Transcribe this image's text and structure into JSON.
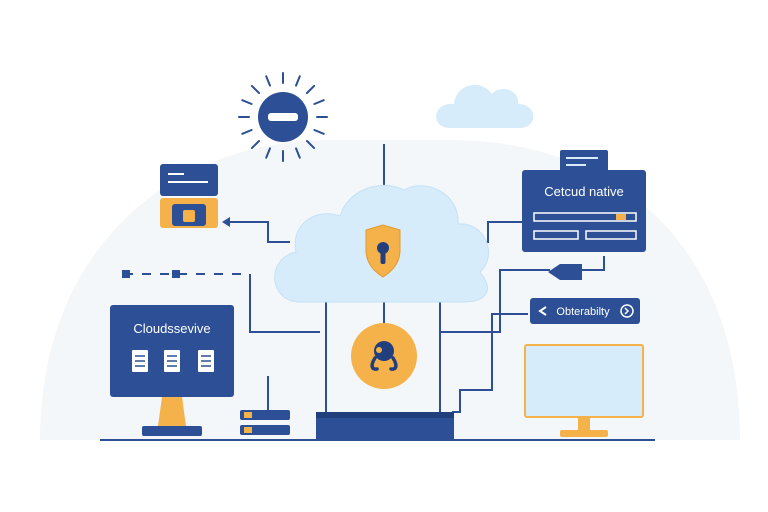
{
  "colors": {
    "navy": "#2c4f95",
    "navy_dark": "#223f7d",
    "sky": "#d6ecfb",
    "sky_edge": "#c5e1f6",
    "amber": "#f5b24a",
    "amber_dark": "#e09a2e",
    "backdrop": "#f4f7fa",
    "line": "#2c4f95"
  },
  "panels": {
    "left_monitor_title": "Cloudssevive",
    "right_panel_title": "Cetcud native",
    "observability_label": "Obterabilty"
  },
  "icons": {
    "sun": "gear-sun-icon",
    "cloud_small": "cloud-icon",
    "shield": "shield-lock-icon",
    "hub": "network-hub-icon",
    "tag": "tag-icon"
  }
}
